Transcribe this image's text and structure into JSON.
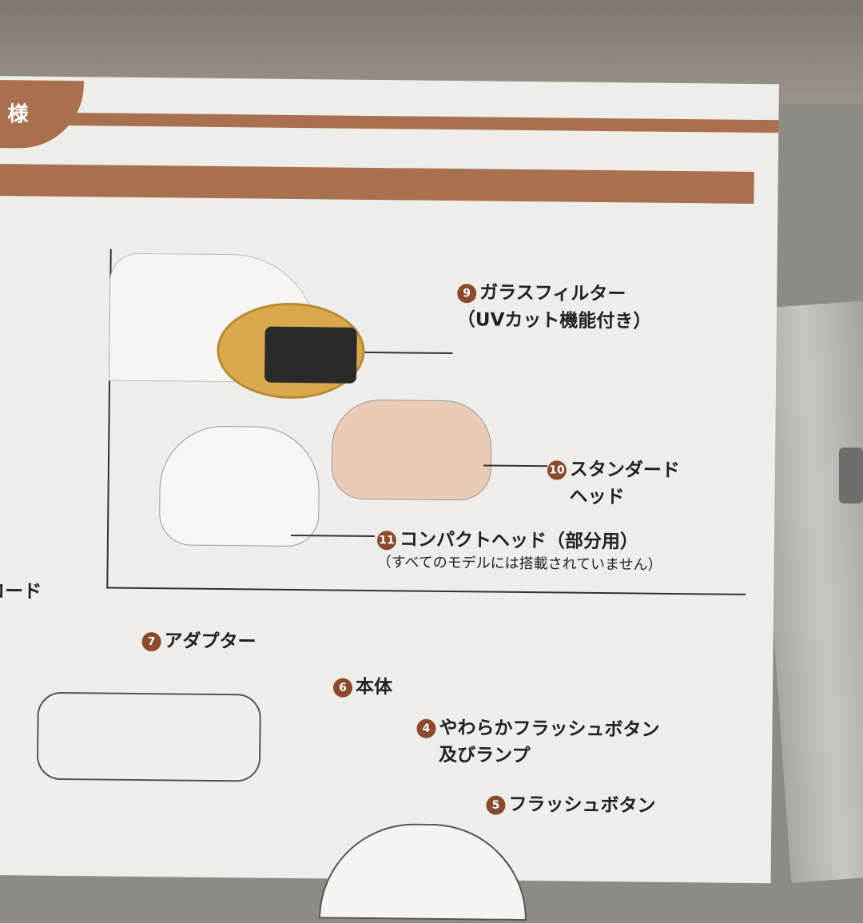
{
  "header": {
    "tab_char": "様"
  },
  "labels": {
    "n9": "9",
    "glass_filter": "ガラスフィルター",
    "glass_filter_note": "（UVカット機能付き）",
    "n10": "10",
    "standard_head_1": "スタンダード",
    "standard_head_2": "ヘッド",
    "n11": "11",
    "compact_head": "コンパクトヘッド（部分用）",
    "compact_head_note": "（すべてのモデルには搭載されていません）",
    "cord": "コード",
    "n7": "7",
    "adapter": "アダプター",
    "n6": "6",
    "body": "本体",
    "n4": "4",
    "soft_flash_1": "やわらかフラッシュボタン",
    "soft_flash_2": "及びランプ",
    "n5": "5",
    "flash_button": "フラッシュボタン"
  },
  "colors": {
    "accent": "#a8704f",
    "number_badge": "#8a4a2e"
  }
}
